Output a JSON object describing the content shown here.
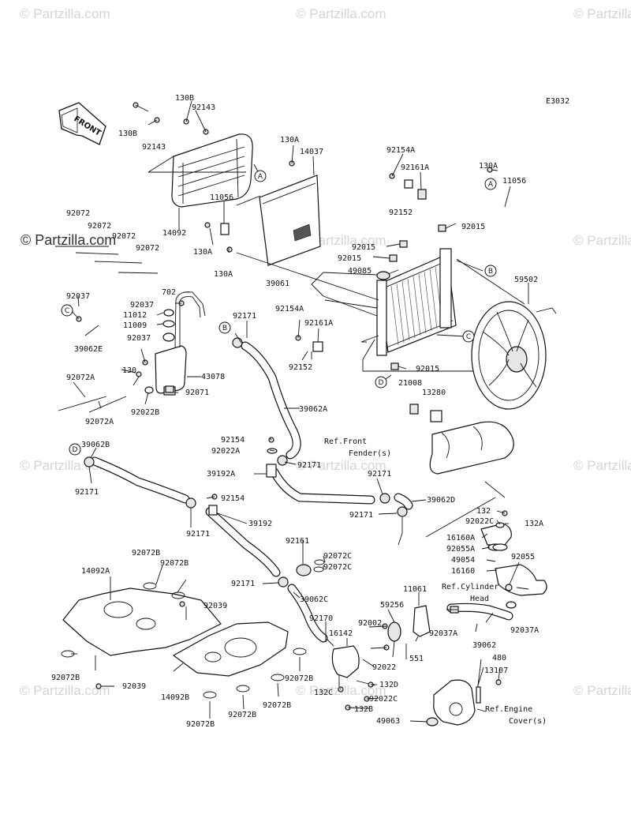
{
  "diagram_code": "E3032",
  "front_label": "FRONT",
  "watermark_text": "© Partzilla.com",
  "watermark_dark": "© Partzilla.com",
  "ref_labels": {
    "front_fender_1": "Ref.Front",
    "front_fender_2": "Fender(s)",
    "cylinder_head_1": "Ref.Cylinder",
    "cylinder_head_2": "Head",
    "engine_cover_1": "Ref.Engine",
    "engine_cover_2": "Cover(s)"
  },
  "callouts": [
    "A",
    "B",
    "C",
    "D"
  ],
  "part_labels": [
    "130B",
    "92143",
    "130B",
    "92143",
    "130A",
    "14037",
    "92154A",
    "92161A",
    "130A",
    "11056",
    "11056",
    "14092",
    "130A",
    "130A",
    "92072",
    "92072",
    "92072",
    "92072",
    "92015",
    "92015",
    "92015",
    "49085",
    "39061",
    "59502",
    "702",
    "92037",
    "92037",
    "11012",
    "11009",
    "39062E",
    "92037",
    "92154A",
    "92161A",
    "92171",
    "130",
    "43078",
    "92071",
    "92072A",
    "92022B",
    "92072A",
    "92152",
    "92152",
    "92015",
    "21008",
    "13280",
    "39062A",
    "92154",
    "92022A",
    "92171",
    "39062B",
    "39192A",
    "92171",
    "92154",
    "92171",
    "39062D",
    "92171",
    "39192",
    "92171",
    "132",
    "92022C",
    "132A",
    "16160A",
    "92055A",
    "92055",
    "49054",
    "16160",
    "92161",
    "92072C",
    "92072C",
    "14092A",
    "92072B",
    "92072B",
    "92039",
    "92171",
    "39062C",
    "11061",
    "59256",
    "92170",
    "92002",
    "16142",
    "92037A",
    "92037A",
    "39062",
    "551",
    "92022",
    "480",
    "13107",
    "132D",
    "92022C",
    "132C",
    "132B",
    "49063",
    "92072B",
    "92039",
    "14092B",
    "92072B",
    "92072B",
    "92072B",
    "92072B"
  ]
}
